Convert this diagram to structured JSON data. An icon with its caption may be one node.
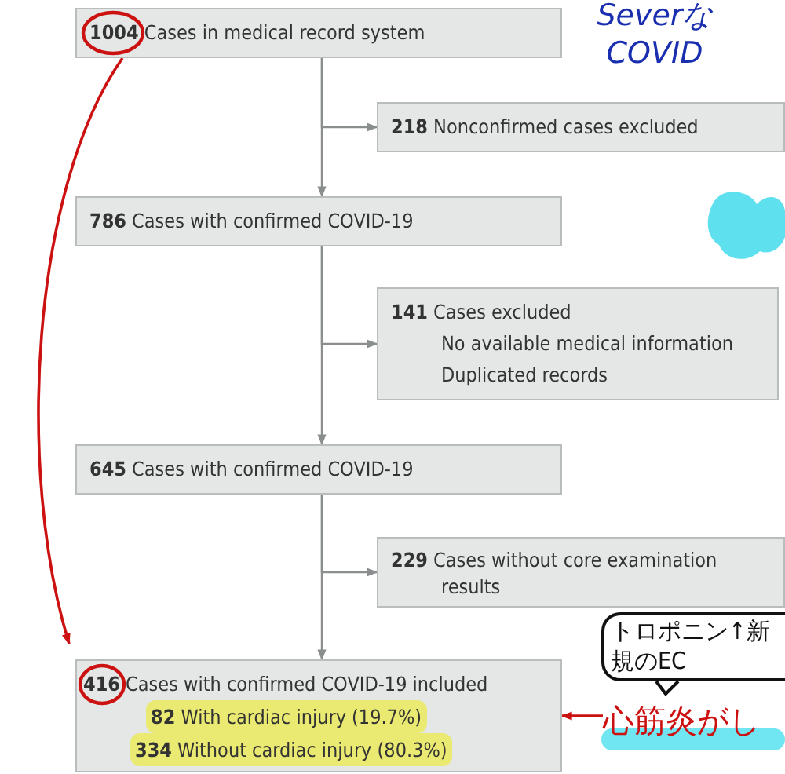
{
  "diagram": {
    "nodes": [
      {
        "text": [
          "**1004** Cases in medical record system"
        ]
      },
      {
        "text": [
          "**218** Nonconfirmed cases excluded"
        ]
      },
      {
        "text": [
          "**786** Cases with confirmed COVID-19"
        ]
      },
      {
        "text": [
          "**141** Cases excluded",
          "No available medical information",
          "Duplicated records"
        ]
      },
      {
        "text": [
          "**645** Cases with confirmed COVID-19"
        ]
      },
      {
        "text": [
          "**229** Cases without core examination results"
        ]
      },
      {
        "text": [
          "**416** Cases with confirmed COVID-19 included",
          "**82** With cardiac injury (19.7%)",
          "**334** Without cardiac injury (80.3%)"
        ]
      },
      {
        "text": [
          "トロポニン↑新規のEC"
        ]
      },
      {
        "text": [
          "心筋炎がし"
        ]
      }
    ],
    "edges": [
      {
        "from": 0,
        "to": 2,
        "arrow": "to"
      },
      {
        "from": 0,
        "to": 1,
        "arrow": "to"
      },
      {
        "from": 2,
        "to": 4,
        "arrow": "to"
      },
      {
        "from": 2,
        "to": 3,
        "arrow": "to"
      },
      {
        "from": 4,
        "to": 6,
        "arrow": "to"
      },
      {
        "from": 4,
        "to": 5,
        "arrow": "to"
      },
      {
        "from": 0,
        "to": 6,
        "arrow": "to",
        "color": "#cc1111"
      },
      {
        "from": 8,
        "to": 6,
        "arrow": "to",
        "color": "#cc1111"
      }
    ],
    "labels": [
      "Severな COVID"
    ]
  }
}
